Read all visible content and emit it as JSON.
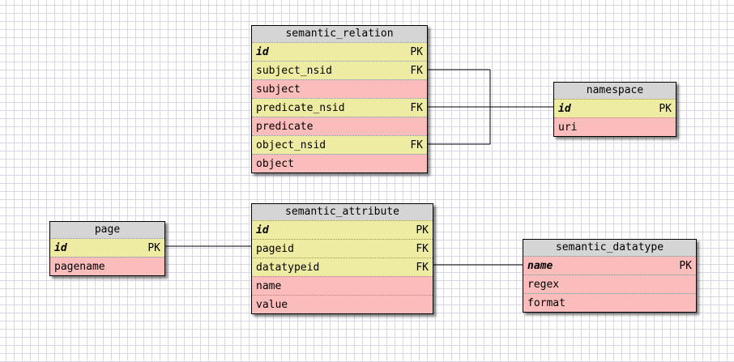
{
  "diagram": {
    "tables": [
      {
        "name": "semantic_relation",
        "columns": [
          {
            "name": "id",
            "key": "PK",
            "row_style": "yellow",
            "primary": true
          },
          {
            "name": "subject_nsid",
            "key": "FK",
            "row_style": "yellow",
            "primary": false
          },
          {
            "name": "subject",
            "key": "",
            "row_style": "pink",
            "primary": false
          },
          {
            "name": "predicate_nsid",
            "key": "FK",
            "row_style": "yellow",
            "primary": false
          },
          {
            "name": "predicate",
            "key": "",
            "row_style": "pink",
            "primary": false
          },
          {
            "name": "object_nsid",
            "key": "FK",
            "row_style": "yellow",
            "primary": false
          },
          {
            "name": "object",
            "key": "",
            "row_style": "pink",
            "primary": false
          }
        ]
      },
      {
        "name": "namespace",
        "columns": [
          {
            "name": "id",
            "key": "PK",
            "row_style": "yellow",
            "primary": true
          },
          {
            "name": "uri",
            "key": "",
            "row_style": "pink",
            "primary": false
          }
        ]
      },
      {
        "name": "page",
        "columns": [
          {
            "name": "id",
            "key": "PK",
            "row_style": "yellow",
            "primary": true
          },
          {
            "name": "pagename",
            "key": "",
            "row_style": "pink",
            "primary": false
          }
        ]
      },
      {
        "name": "semantic_attribute",
        "columns": [
          {
            "name": "id",
            "key": "PK",
            "row_style": "yellow",
            "primary": true
          },
          {
            "name": "pageid",
            "key": "FK",
            "row_style": "yellow",
            "primary": false
          },
          {
            "name": "datatypeid",
            "key": "FK",
            "row_style": "yellow",
            "primary": false
          },
          {
            "name": "name",
            "key": "",
            "row_style": "pink",
            "primary": false
          },
          {
            "name": "value",
            "key": "",
            "row_style": "pink",
            "primary": false
          }
        ]
      },
      {
        "name": "semantic_datatype",
        "columns": [
          {
            "name": "name",
            "key": "PK",
            "row_style": "pink",
            "primary": true
          },
          {
            "name": "regex",
            "key": "",
            "row_style": "pink",
            "primary": false
          },
          {
            "name": "format",
            "key": "",
            "row_style": "pink",
            "primary": false
          }
        ]
      }
    ],
    "relationships": [
      {
        "from": "semantic_relation.subject_nsid",
        "to": "namespace.id"
      },
      {
        "from": "semantic_relation.predicate_nsid",
        "to": "namespace.id"
      },
      {
        "from": "semantic_relation.object_nsid",
        "to": "namespace.id"
      },
      {
        "from": "page.id",
        "to": "semantic_attribute.pageid"
      },
      {
        "from": "semantic_attribute.datatypeid",
        "to": "semantic_datatype.name"
      }
    ],
    "colors": {
      "header_bg": "#d5d5d5",
      "key_row_bg": "#eeeca2",
      "text_row_bg": "#fbbcbc",
      "grid_line": "#d7d7e9",
      "table_border": "#000000",
      "relation_line": "#000000",
      "separator_dotted": "#8f8f8f"
    }
  }
}
